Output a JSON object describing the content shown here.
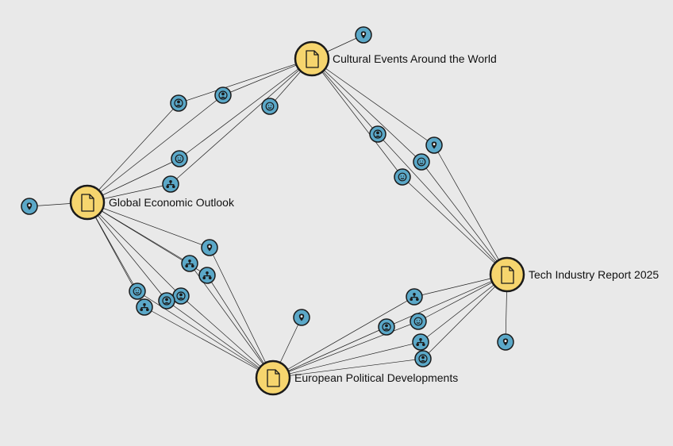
{
  "graph": {
    "documents": [
      {
        "id": "cultural",
        "label": "Cultural Events Around the World"
      },
      {
        "id": "global",
        "label": "Global Economic Outlook"
      },
      {
        "id": "tech",
        "label": "Tech Industry Report 2025"
      },
      {
        "id": "european",
        "label": "European Political Developments"
      }
    ],
    "entity_types": {
      "location": "location-icon",
      "person": "person-icon",
      "organization": "organization-icon",
      "sentiment": "face-icon"
    }
  }
}
